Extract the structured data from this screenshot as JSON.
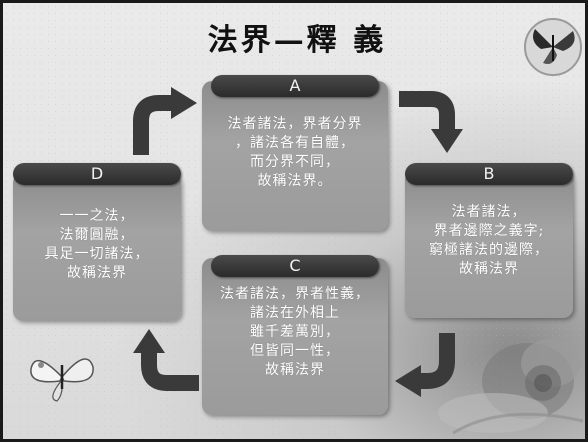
{
  "title": "法界—釋 義",
  "boxes": {
    "a": {
      "label": "A",
      "lines": [
        "法者諸法，界者分界",
        "，諸法各有自體，",
        "而分界不同，",
        "故稱法界。"
      ]
    },
    "b": {
      "label": "B",
      "lines": [
        "法者諸法，",
        "界者邊際之義字;",
        "窮極諸法的邊際，",
        "故稱法界"
      ]
    },
    "c": {
      "label": "C",
      "lines": [
        "法者諸法，界者性義，",
        "諸法在外相上",
        "雖千差萬別，",
        "但皆同一性，",
        "故稱法界"
      ]
    },
    "d": {
      "label": "D",
      "lines": [
        "一一之法，",
        "法爾圓融，",
        "具足一切諸法，",
        "故稱法界"
      ]
    }
  },
  "colors": {
    "tab": "#333333",
    "box": "#9a9a9a",
    "arrow": "#3a3a3a",
    "text": "#ffffff"
  },
  "icons": [
    "butterfly-icon",
    "flower-icon"
  ]
}
